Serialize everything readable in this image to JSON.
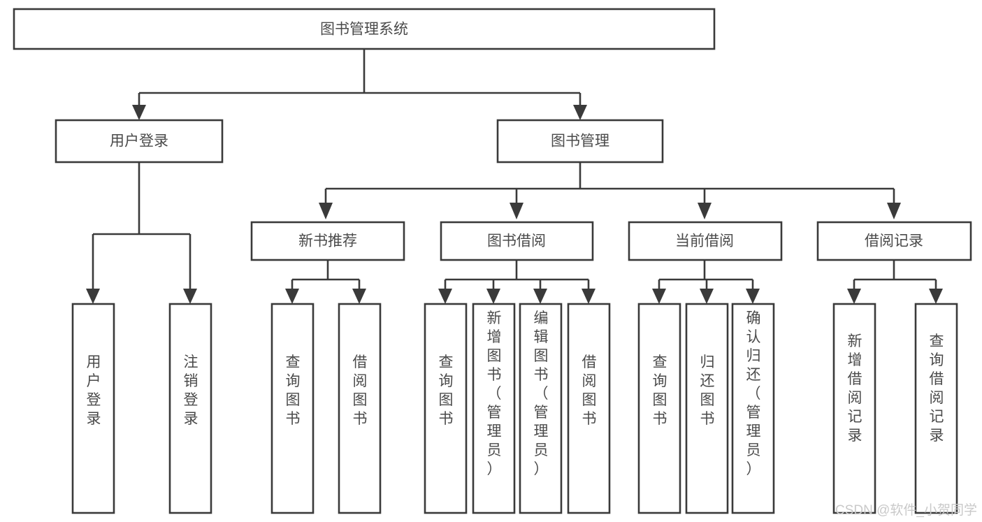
{
  "diagram": {
    "title": "图书管理系统",
    "type": "tree-hierarchy",
    "watermark": "CSDN @软件_小贺同学",
    "colors": {
      "stroke": "#3a3a3a",
      "box_fill": "#ffffff",
      "label": "#4a4a4a",
      "watermark": "#c9c9c9",
      "background": "#ffffff"
    },
    "nodes": {
      "root": {
        "label": "图书管理系统"
      },
      "level2": [
        {
          "label": "用户登录"
        },
        {
          "label": "图书管理"
        }
      ],
      "level3": [
        {
          "label": "新书推荐"
        },
        {
          "label": "图书借阅"
        },
        {
          "label": "当前借阅"
        },
        {
          "label": "借阅记录"
        }
      ],
      "leaves": {
        "user_login": [
          {
            "label": "用户登录"
          },
          {
            "label": "注销登录"
          }
        ],
        "new_book_recommend": [
          {
            "label": "查询图书"
          },
          {
            "label": "借阅图书"
          }
        ],
        "book_borrow": [
          {
            "label": "查询图书"
          },
          {
            "label": "新增图书（管理员）"
          },
          {
            "label": "编辑图书（管理员）"
          },
          {
            "label": "借阅图书"
          }
        ],
        "current_borrow": [
          {
            "label": "查询图书"
          },
          {
            "label": "归还图书"
          },
          {
            "label": "确认归还（管理员）"
          }
        ],
        "borrow_record": [
          {
            "label": "新增借阅记录"
          },
          {
            "label": "查询借阅记录"
          }
        ]
      }
    }
  }
}
